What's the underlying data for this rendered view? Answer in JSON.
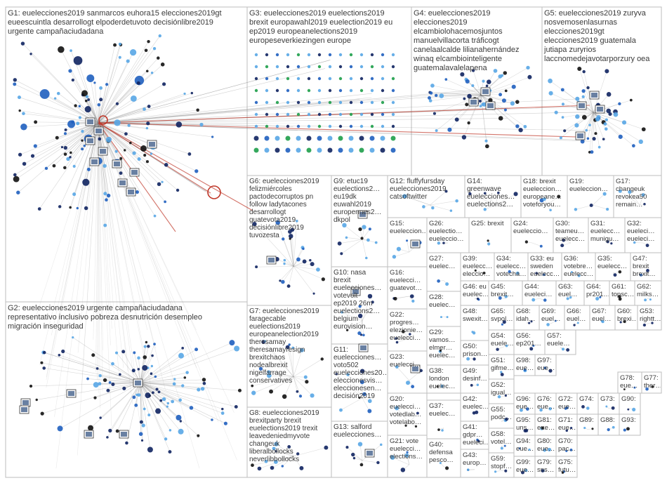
{
  "groups": [
    {
      "id": "G1",
      "lines": [
        "G1: euelecciones2019 sanmarcos euhora15 elecciones2019gt",
        "eueescuintla desarrollogt elpoderdetuvoto decisiónlibre2019",
        "urgente campañaciudadana"
      ]
    },
    {
      "id": "G2",
      "lines": [
        "G2: euelecciones2019 urgente campañaciudadana",
        "representativo inclusivo pobreza desnutrición desempleo",
        "migración inseguridad"
      ]
    },
    {
      "id": "G3",
      "lines": [
        "G3: euelecciones2019 euelections2019",
        "brexit europawahl2019 euelection2019 eu",
        "ep2019 europeanelections2019",
        "europeseverkiezingen europe"
      ]
    },
    {
      "id": "G4",
      "lines": [
        "G4: euelecciones2019",
        "elecciones2019",
        "elcambiolohacemosjuntos",
        "manuelvillacorta tráficogt",
        "canelaalcalde lilianahernández",
        "winaq elcambiointeligente",
        "guatemalavalelapena"
      ]
    },
    {
      "id": "G5",
      "lines": [
        "G5: euelecciones2019 zuryva",
        "nosvemosenlasurnas",
        "elecciones2019gt",
        "elecciones2019 guatemala",
        "jutiapa zuryrios",
        "laccnomedejavotarporzury oea"
      ]
    },
    {
      "id": "G6",
      "lines": [
        "G6: euelecciones2019",
        "felizmiércoles",
        "pactodecorruptos pn",
        "follow ladytacones",
        "desarrollogt",
        "guatevota2019",
        "decisiónlibre2019",
        "tuvozesta"
      ]
    },
    {
      "id": "G7",
      "lines": [
        "G7: euelecciones2019",
        "faragecable",
        "euelections2019",
        "europeanelection2019",
        "theresamay",
        "theresamayresign",
        "brexitchaos",
        "nodealbrexit",
        "nigelfarrage",
        "conservatives"
      ]
    },
    {
      "id": "G8",
      "lines": [
        "G8: euelecciones2019",
        "brexitparty brexit",
        "euelections2019 trexit",
        "leavedeniedmyvote",
        "changeuk",
        "liberalbollocks",
        "neverlibbollocks"
      ]
    },
    {
      "id": "G9",
      "lines": [
        "G9: etuc19",
        "euelections2…",
        "eu19dk",
        "euwahl2019",
        "europennes2…",
        "dkpol"
      ]
    },
    {
      "id": "G10",
      "lines": [
        "G10: nasa",
        "brexit",
        "euelecciones…",
        "votevolt",
        "ep2019 26m",
        "euelections2…",
        "belgium",
        "eurovision…"
      ]
    },
    {
      "id": "G11",
      "lines": [
        "G11:",
        "euelecciones…",
        "voto502",
        "euelecciones20…",
        "eleccionesvis…",
        "eleccionesen…",
        "decisión2019"
      ]
    },
    {
      "id": "G12",
      "lines": [
        "G12: fluffyfursday",
        "euelecciones2019",
        "catsoftwitter"
      ]
    },
    {
      "id": "G13",
      "lines": [
        "G13: salford",
        "euelecciones…"
      ]
    },
    {
      "id": "G14",
      "lines": [
        "G14:",
        "greenwave",
        "euelecciones…",
        "euelections2…"
      ]
    },
    {
      "id": "G15",
      "lines": [
        "G15:",
        "eueleccion…"
      ]
    },
    {
      "id": "G16",
      "lines": [
        "G16:",
        "euelecci…",
        "guatevot…"
      ]
    },
    {
      "id": "G17",
      "lines": [
        "G17:",
        "changeuk",
        "revokea50",
        "remain…"
      ]
    },
    {
      "id": "G18",
      "lines": [
        "G18: brexit",
        "eueleccion…",
        "europeane…",
        "voteforyou…"
      ]
    },
    {
      "id": "G19",
      "lines": [
        "G19:",
        "eueleccion…"
      ]
    },
    {
      "id": "G20",
      "lines": [
        "G20:",
        "euelecci…",
        "votedlab…",
        "votelabo…"
      ]
    },
    {
      "id": "G21",
      "lines": [
        "G21: vote",
        "euelecci…",
        "elections…"
      ]
    },
    {
      "id": "G22",
      "lines": [
        "G22:",
        "progres…",
        "elezionie…",
        "euelecci…"
      ]
    },
    {
      "id": "G23",
      "lines": [
        "G23:",
        "euelecci…"
      ]
    },
    {
      "id": "G24",
      "lines": [
        "G24:",
        "eueleccio…"
      ]
    },
    {
      "id": "G25",
      "lines": [
        "G25: brexit"
      ]
    },
    {
      "id": "G26",
      "lines": [
        "G26:",
        "euelectio…",
        "eueleccio…"
      ]
    },
    {
      "id": "G27",
      "lines": [
        "G27:",
        "euelec…"
      ]
    },
    {
      "id": "G28",
      "lines": [
        "G28:",
        "euelec…"
      ]
    },
    {
      "id": "G29",
      "lines": [
        "G29:",
        "vamos…",
        "elmer…",
        "euelec…"
      ]
    },
    {
      "id": "G30",
      "lines": [
        "G30:",
        "teameu…",
        "euelecc…"
      ]
    },
    {
      "id": "G31",
      "lines": [
        "G31:",
        "euelecc…",
        "munigu…"
      ]
    },
    {
      "id": "G32",
      "lines": [
        "G32:",
        "eueleci…",
        "eueleci…"
      ]
    },
    {
      "id": "G33",
      "lines": [
        "G33: eu",
        "sweden",
        "euelecc…"
      ]
    },
    {
      "id": "G34",
      "lines": [
        "G34:",
        "euelecc…",
        "votecha…"
      ]
    },
    {
      "id": "G35",
      "lines": [
        "G35:",
        "euelecc…"
      ]
    },
    {
      "id": "G36",
      "lines": [
        "G36:",
        "votebre…",
        "euelecc…"
      ]
    },
    {
      "id": "G37",
      "lines": [
        "G37:",
        "euelec…"
      ]
    },
    {
      "id": "G38",
      "lines": [
        "G38:",
        "london",
        "euelec…"
      ]
    },
    {
      "id": "G39",
      "lines": [
        "G39:",
        "euelecc…",
        "eleccio…"
      ]
    },
    {
      "id": "G40",
      "lines": [
        "G40:",
        "defensa",
        "pesco…"
      ]
    },
    {
      "id": "G41",
      "lines": [
        "G41:",
        "gdpr…",
        "eueleci…"
      ]
    },
    {
      "id": "G42",
      "lines": [
        "G42:",
        "euelec…"
      ]
    },
    {
      "id": "G43",
      "lines": [
        "G43:",
        "europ…"
      ]
    },
    {
      "id": "G44",
      "lines": [
        "G44:",
        "eueleci…"
      ]
    },
    {
      "id": "G45",
      "lines": [
        "G45:",
        "brexit…"
      ]
    },
    {
      "id": "G46",
      "lines": [
        "G46: eu",
        "euelec…"
      ]
    },
    {
      "id": "G47",
      "lines": [
        "G47:",
        "brexit",
        "brexit…"
      ]
    },
    {
      "id": "G48",
      "lines": [
        "G48:",
        "swexit…"
      ]
    },
    {
      "id": "G49",
      "lines": [
        "G49:",
        "desinf…"
      ]
    },
    {
      "id": "G50",
      "lines": [
        "G50:",
        "prison…"
      ]
    },
    {
      "id": "G51",
      "lines": [
        "G51:",
        "gifme…"
      ]
    },
    {
      "id": "G52",
      "lines": [
        "G52:",
        "igual…",
        "euele…"
      ]
    },
    {
      "id": "G53",
      "lines": [
        "G53:",
        "rightt…"
      ]
    },
    {
      "id": "G54",
      "lines": [
        "G54:",
        "euele…"
      ]
    },
    {
      "id": "G55",
      "lines": [
        "G55:",
        "podc…"
      ]
    },
    {
      "id": "G56",
      "lines": [
        "G56:",
        "ep201…"
      ]
    },
    {
      "id": "G57",
      "lines": [
        "G57:",
        "euele…"
      ]
    },
    {
      "id": "G58",
      "lines": [
        "G58:",
        "votel…"
      ]
    },
    {
      "id": "G59",
      "lines": [
        "G59:",
        "stopf…"
      ]
    },
    {
      "id": "G60",
      "lines": [
        "G60:",
        "brexi…"
      ]
    },
    {
      "id": "G61",
      "lines": [
        "G61:",
        "topsc…"
      ]
    },
    {
      "id": "G62",
      "lines": [
        "G62:",
        "milks…"
      ]
    },
    {
      "id": "G63",
      "lines": [
        "G63:",
        "euel…"
      ]
    },
    {
      "id": "G64",
      "lines": [
        "G64:",
        "pr201…"
      ]
    },
    {
      "id": "G65",
      "lines": [
        "G65:",
        "svpol…"
      ]
    },
    {
      "id": "G66",
      "lines": [
        "G66:",
        "euel…"
      ]
    },
    {
      "id": "G67",
      "lines": [
        "G67:",
        "euel…"
      ]
    },
    {
      "id": "G68",
      "lines": [
        "G68:",
        "idah…"
      ]
    },
    {
      "id": "G69",
      "lines": [
        "G69:",
        "euel…"
      ]
    },
    {
      "id": "G70",
      "lines": [
        "G70:",
        "pac…"
      ]
    },
    {
      "id": "G71",
      "lines": [
        "G71:",
        "eue…"
      ]
    },
    {
      "id": "G72",
      "lines": [
        "G72:",
        "eue…"
      ]
    },
    {
      "id": "G73",
      "lines": [
        "G73:"
      ]
    },
    {
      "id": "G74",
      "lines": [
        "G74:"
      ]
    },
    {
      "id": "G75",
      "lines": [
        "G75:",
        "futu…"
      ]
    },
    {
      "id": "G76",
      "lines": [
        "G76:",
        "eue…"
      ]
    },
    {
      "id": "G77",
      "lines": [
        "G77:",
        "ther…"
      ]
    },
    {
      "id": "G78",
      "lines": [
        "G78:",
        "eue…"
      ]
    },
    {
      "id": "G79",
      "lines": [
        "G79:",
        "sns…"
      ]
    },
    {
      "id": "G80",
      "lines": [
        "G80:",
        "eue…"
      ]
    },
    {
      "id": "G81",
      "lines": [
        "G81:",
        "eue…"
      ]
    },
    {
      "id": "G88",
      "lines": [
        "G88:"
      ]
    },
    {
      "id": "G89",
      "lines": [
        "G89:"
      ]
    },
    {
      "id": "G90",
      "lines": [
        "G90:"
      ]
    },
    {
      "id": "G93",
      "lines": [
        "G93:"
      ]
    },
    {
      "id": "G94",
      "lines": [
        "G94:",
        "eue…"
      ]
    },
    {
      "id": "G95",
      "lines": [
        "G95:",
        "uns…"
      ]
    },
    {
      "id": "G96",
      "lines": [
        "G96:",
        "eue…"
      ]
    },
    {
      "id": "G97",
      "lines": [
        "G97:",
        "eue…"
      ]
    },
    {
      "id": "G98",
      "lines": [
        "G98:",
        "eue…"
      ]
    },
    {
      "id": "G99",
      "lines": [
        "G99:",
        "eue…"
      ]
    }
  ],
  "colors": {
    "edge_gray": "#8c8c8c",
    "edge_red": "#c0392b",
    "node_black": "#111111",
    "node_navy": "#0f2360",
    "node_blue": "#1f5fbf",
    "node_sky": "#58a6e6",
    "node_green": "#1e9e4a",
    "frame": "#bdbdbd",
    "text": "#3a3a3a"
  }
}
